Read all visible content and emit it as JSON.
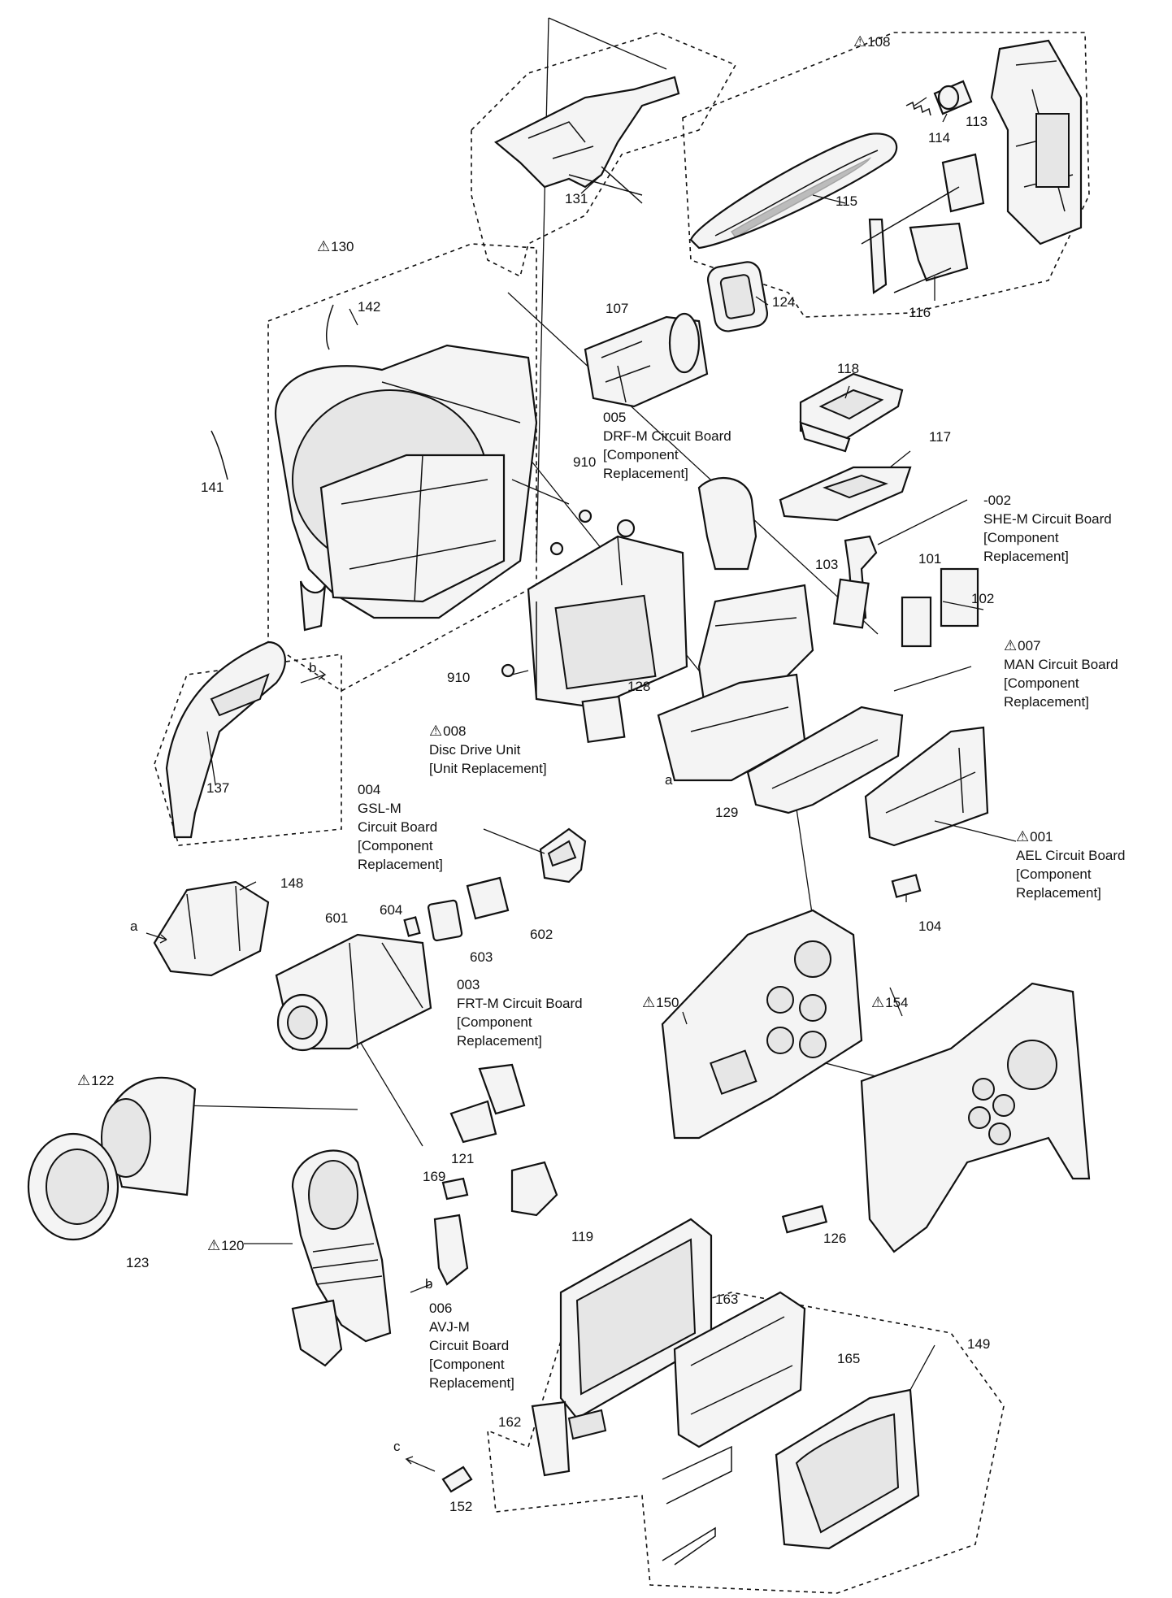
{
  "warning_symbol": "⚠",
  "labels": {
    "p108": "108",
    "p113": "113",
    "p114": "114",
    "p115": "115",
    "p116": "116",
    "p131": "131",
    "p130": "130",
    "p142": "142",
    "p141": "141",
    "p107": "107",
    "p124": "124",
    "c005": [
      "005",
      "DRF-M Circuit Board",
      "[Component",
      "Replacement]"
    ],
    "p118": "118",
    "p117": "117",
    "c002": [
      "-002",
      "SHE-M Circuit Board",
      "[Component",
      "Replacement]"
    ],
    "p910a": "910",
    "p910b": "910",
    "p103": "103",
    "p101": "101",
    "p102": "102",
    "c007": [
      "007",
      "MAN Circuit Board",
      "[Component",
      "Replacement]"
    ],
    "p128": "128",
    "c008": [
      "008",
      "Disc Drive Unit",
      "[Unit Replacement]"
    ],
    "p129": "129",
    "p137": "137",
    "c004": [
      "004",
      "GSL-M",
      "Circuit Board",
      "[Component",
      "Replacement]"
    ],
    "c001": [
      "001",
      "AEL Circuit Board",
      "[Component",
      "Replacement]"
    ],
    "p148": "148",
    "p601": "601",
    "p604": "604",
    "p603": "603",
    "p602": "602",
    "p104": "104",
    "c003": [
      "003",
      "FRT-M Circuit Board",
      "[Component",
      "Replacement]"
    ],
    "p150": "150",
    "p154": "154",
    "p122": "122",
    "p121": "121",
    "p169": "169",
    "p119": "119",
    "p123": "123",
    "p120": "120",
    "p126": "126",
    "c006": [
      "006",
      "AVJ-M",
      "Circuit Board",
      "[Component",
      "Replacement]"
    ],
    "p163": "163",
    "p149": "149",
    "p165": "165",
    "p162": "162",
    "p152": "152",
    "ref_a1": "a",
    "ref_a2": "a",
    "ref_b1": "b",
    "ref_b2": "b",
    "ref_c": "c"
  }
}
